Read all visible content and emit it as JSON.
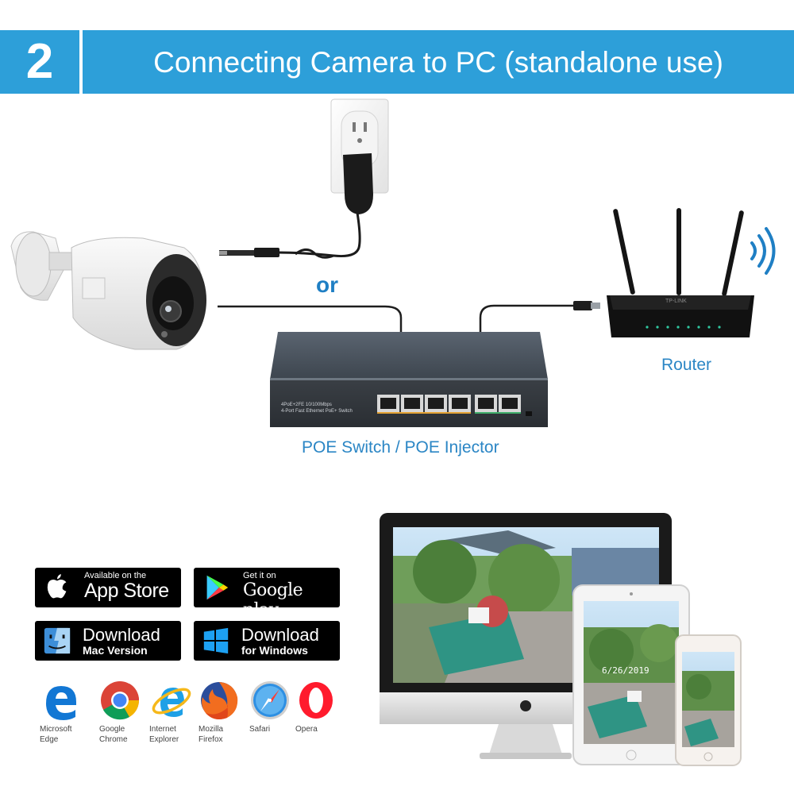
{
  "banner": {
    "step_number": "2",
    "title": "Connecting Camera to PC (standalone use)",
    "color": "#2d9fd9"
  },
  "diagram": {
    "or_label": "or",
    "router_label": "Router",
    "switch_label": "POE Switch / POE Injector",
    "switch_text_line1": "4PoE+2FE 10/100Mbps",
    "switch_text_line2": "4-Port Fast Ethernet PoE+ Switch",
    "router_brand": "TP-LINK",
    "monitor_timestamp": "6/26/2019",
    "label_color": "#2b86c5"
  },
  "badges": {
    "app_store": {
      "small": "Available on the",
      "big": "App Store"
    },
    "google_play": {
      "small": "Get it on",
      "big": "Google play"
    },
    "mac": {
      "big": "Download",
      "sub": "Mac Version"
    },
    "windows": {
      "big": "Download",
      "sub": "for Windows"
    }
  },
  "browsers": [
    {
      "line1": "Microsoft",
      "line2": "Edge",
      "icon": "edge-icon"
    },
    {
      "line1": "Google",
      "line2": "Chrome",
      "icon": "chrome-icon"
    },
    {
      "line1": "Internet",
      "line2": "Explorer",
      "icon": "ie-icon"
    },
    {
      "line1": "Mozilla",
      "line2": "Firefox",
      "icon": "firefox-icon"
    },
    {
      "line1": "Safari",
      "line2": "",
      "icon": "safari-icon"
    },
    {
      "line1": "Opera",
      "line2": "",
      "icon": "opera-icon"
    }
  ]
}
